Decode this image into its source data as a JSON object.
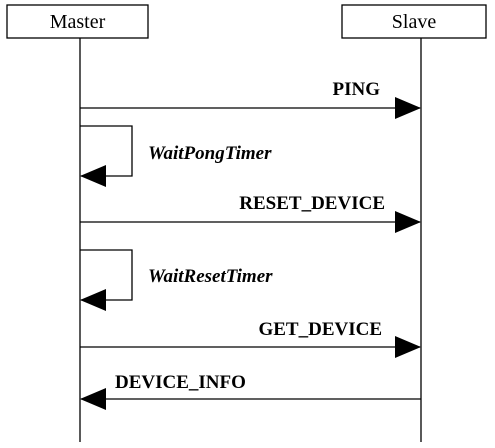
{
  "participants": {
    "master": "Master",
    "slave": "Slave"
  },
  "messages": {
    "ping": "PING",
    "wait_pong_timer": "WaitPongTimer",
    "reset_device": "RESET_DEVICE",
    "wait_reset_timer": "WaitResetTimer",
    "get_device": "GET_DEVICE",
    "device_info": "DEVICE_INFO"
  }
}
